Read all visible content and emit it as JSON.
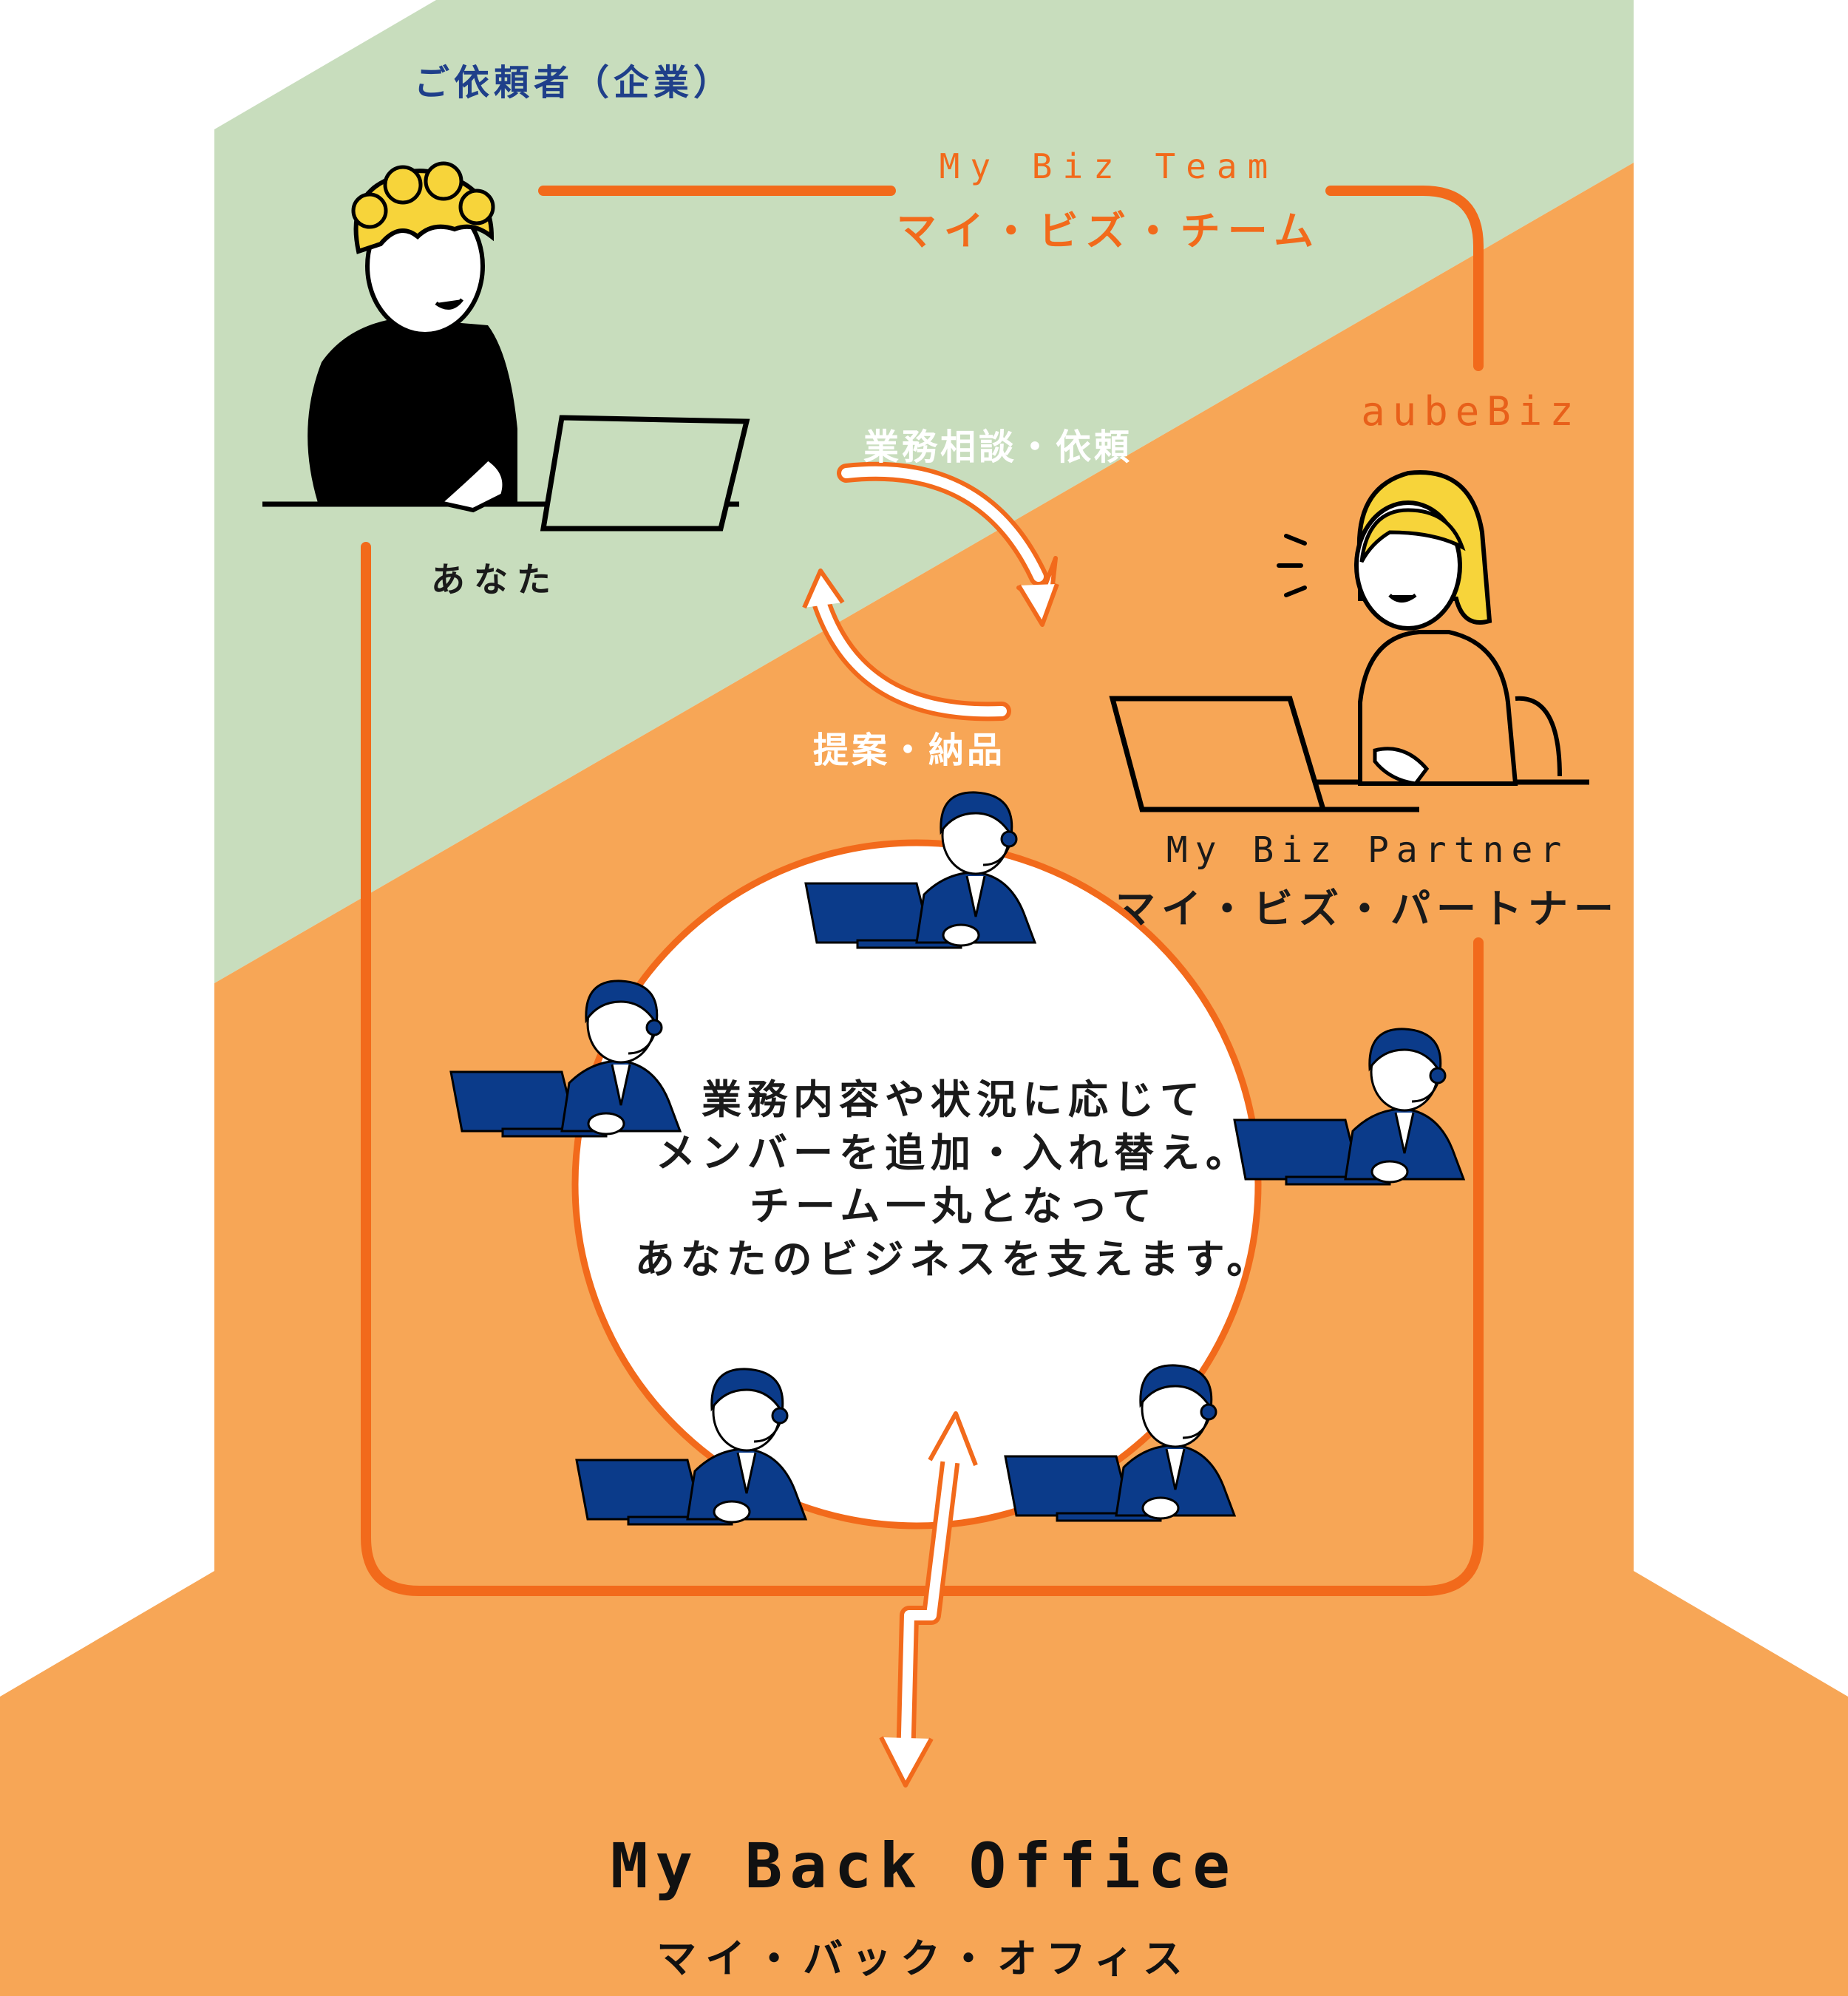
{
  "client_label": "ご依頼者（企業）",
  "team": {
    "en": "My Biz Team",
    "ja": "マイ・ビズ・チーム"
  },
  "brand": "aubeBiz",
  "you_label": "あなた",
  "flow": {
    "request": "業務相談・依頼",
    "deliver": "提案・納品"
  },
  "partner": {
    "en": "My Biz Partner",
    "ja": "マイ・ビズ・パートナー"
  },
  "center_message": [
    "業務内容や状況に応じて",
    "メンバーを追加・入れ替え。",
    "チーム一丸となって",
    "あなたのビジネスを支えます。"
  ],
  "back_office": {
    "en": "My Back Office",
    "ja": "マイ・バック・オフィス"
  },
  "colors": {
    "green_bg": "#c8ddbd",
    "orange_bg": "#f7a656",
    "accent_orange": "#f26a1b",
    "navy": "#0b3b8a",
    "text_dark": "#1a1a1a"
  }
}
